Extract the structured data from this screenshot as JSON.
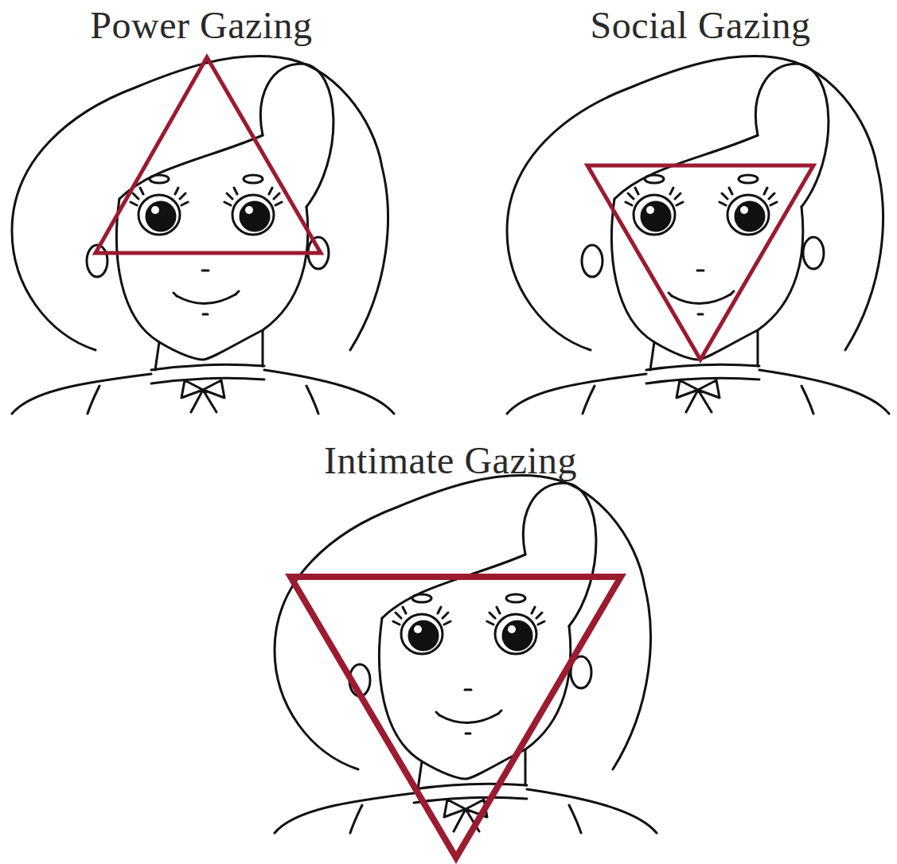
{
  "diagram": {
    "labels": [
      "Power Gazing",
      "Social Gazing",
      "Intimate Gazing"
    ]
  }
}
